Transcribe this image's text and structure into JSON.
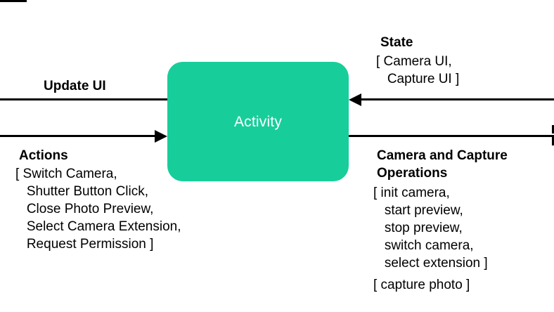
{
  "diagram": {
    "title_bar_present": true,
    "colors": {
      "node_fill": "#17CE9B",
      "node_text": "#FFFFFF",
      "stroke": "#000000",
      "background": "#FFFFFF"
    },
    "node": {
      "label": "Activity"
    },
    "flows": {
      "update_ui": {
        "label": "Update UI",
        "direction": "right-to-left"
      },
      "state": {
        "label": "State",
        "items": "[ Camera UI,\n   Capture UI ]",
        "direction": "right-to-left"
      },
      "actions": {
        "label": "Actions",
        "items": "[ Switch Camera,\n   Shutter Button Click,\n   Close Photo Preview,\n   Select Camera Extension,\n   Request Permission ]",
        "direction": "left-to-right"
      },
      "camera_capture_operations": {
        "label": "Camera and Capture Operations",
        "items": "[ init camera,\n   start preview,\n   stop preview,\n   switch camera,\n   select extension ]",
        "items_secondary": "[ capture photo ]",
        "direction": "left-to-right"
      }
    }
  }
}
